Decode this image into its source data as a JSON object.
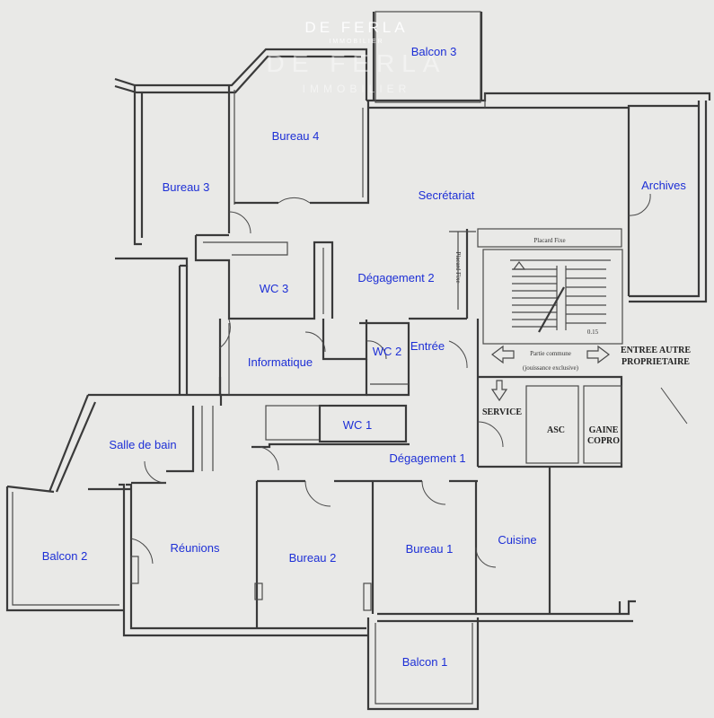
{
  "watermark": {
    "brand": "DE FERLA",
    "sub": "IMMOBILIER"
  },
  "rooms": {
    "balcon3": "Balcon 3",
    "bureau4": "Bureau 4",
    "bureau3": "Bureau 3",
    "secretariat": "Secrétariat",
    "archives": "Archives",
    "wc3": "WC 3",
    "degagement2": "Dégagement 2",
    "entree": "Entrée",
    "wc2": "WC 2",
    "informatique": "Informatique",
    "wc1": "WC 1",
    "salle_de_bain": "Salle de bain",
    "degagement1": "Dégagement 1",
    "balcon2": "Balcon 2",
    "reunions": "Réunions",
    "bureau2": "Bureau 2",
    "bureau1": "Bureau 1",
    "cuisine": "Cuisine",
    "balcon1": "Balcon 1"
  },
  "technical": {
    "placard_fixe_h": "Placard Fixe",
    "placard_fixe_v": "Placard Fixe",
    "partie_commune": "Partie commune",
    "jouissance": "(jouissance exclusive)",
    "dimension": "0.15",
    "entree_autre_1": "ENTREE AUTRE",
    "entree_autre_2": "PROPRIETAIRE",
    "service": "SERVICE",
    "asc": "ASC",
    "gaine_1": "GAINE",
    "gaine_2": "COPRO"
  }
}
